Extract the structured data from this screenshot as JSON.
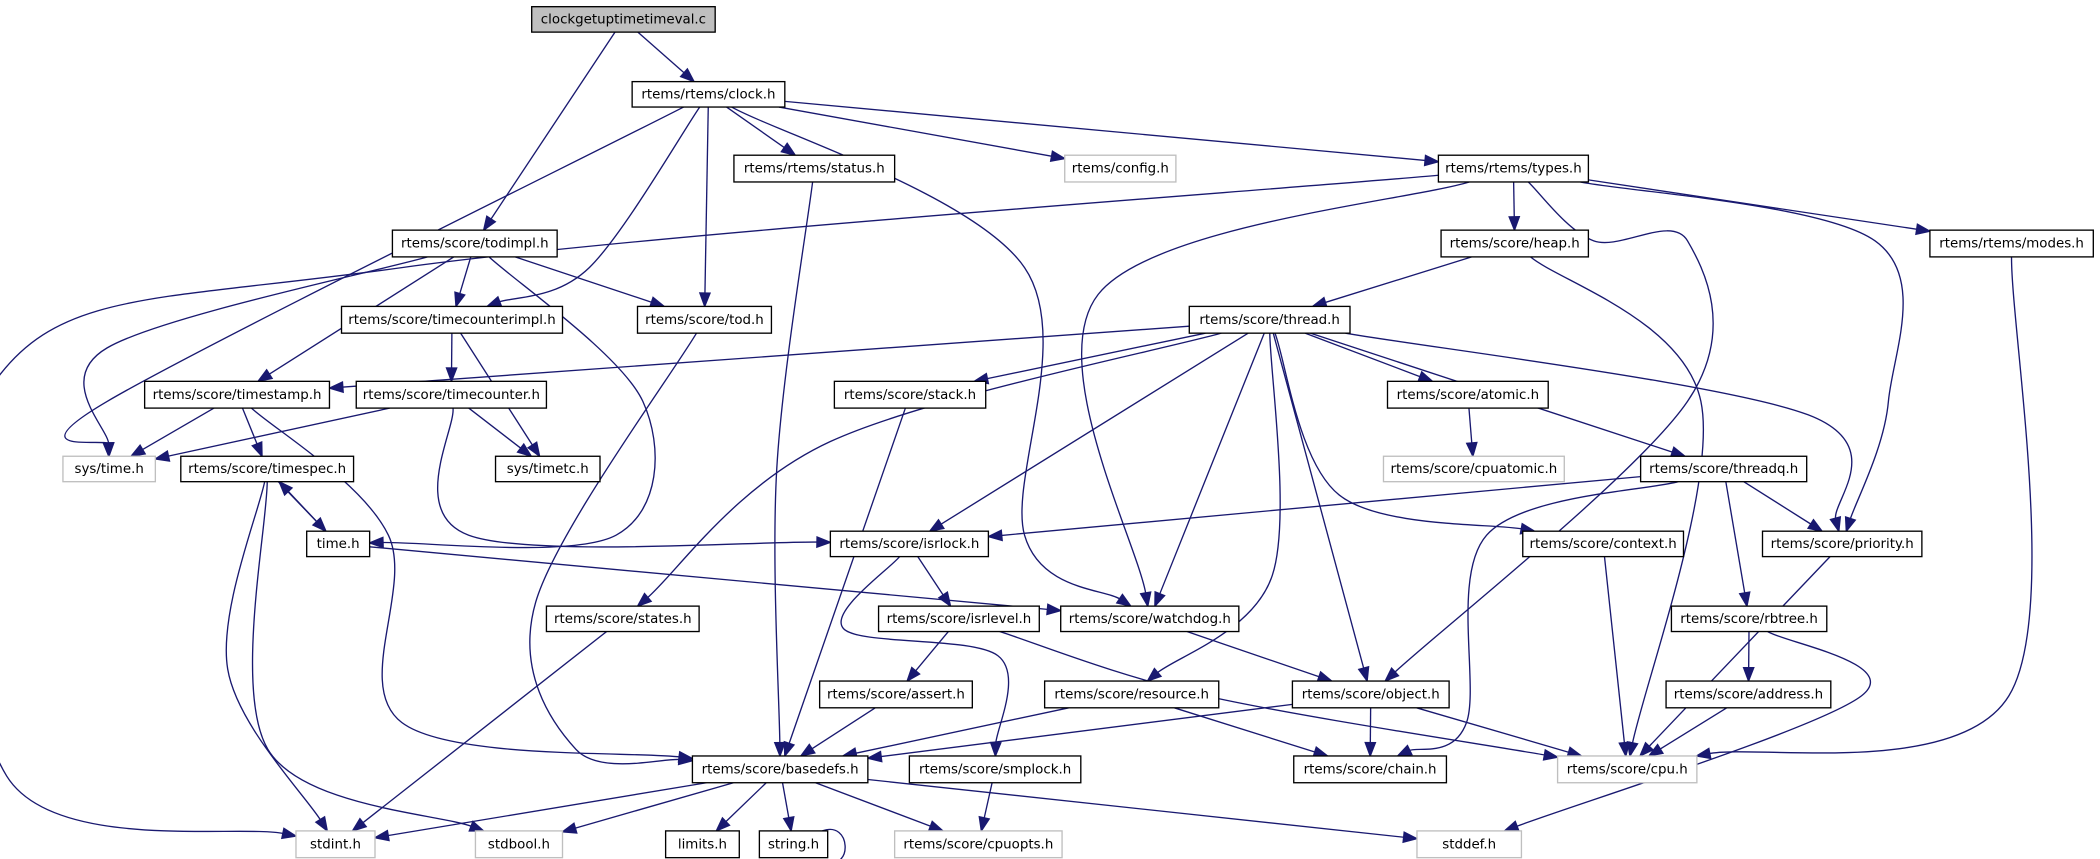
{
  "title": "clockgetuptimetimeval.c include dependency graph",
  "colors": {
    "edge": "#191970",
    "node_border": "#000000",
    "missing_border": "#bfbfbf",
    "root_fill": "#bfbfbf",
    "node_fill": "#ffffff"
  },
  "nodes": [
    {
      "id": "root",
      "label": "clockgetuptimetimeval.c",
      "kind": "root"
    },
    {
      "id": "clock",
      "label": "rtems/rtems/clock.h",
      "kind": "normal"
    },
    {
      "id": "status",
      "label": "rtems/rtems/status.h",
      "kind": "normal"
    },
    {
      "id": "config",
      "label": "rtems/config.h",
      "kind": "missing"
    },
    {
      "id": "types",
      "label": "rtems/rtems/types.h",
      "kind": "normal"
    },
    {
      "id": "todimpl",
      "label": "rtems/score/todimpl.h",
      "kind": "normal"
    },
    {
      "id": "heap",
      "label": "rtems/score/heap.h",
      "kind": "normal"
    },
    {
      "id": "modes",
      "label": "rtems/rtems/modes.h",
      "kind": "normal"
    },
    {
      "id": "timecounterimpl",
      "label": "rtems/score/timecounterimpl.h",
      "kind": "normal"
    },
    {
      "id": "tod",
      "label": "rtems/score/tod.h",
      "kind": "normal"
    },
    {
      "id": "thread",
      "label": "rtems/score/thread.h",
      "kind": "normal"
    },
    {
      "id": "timestamp",
      "label": "rtems/score/timestamp.h",
      "kind": "normal"
    },
    {
      "id": "timecounter",
      "label": "rtems/score/timecounter.h",
      "kind": "normal"
    },
    {
      "id": "stack",
      "label": "rtems/score/stack.h",
      "kind": "normal"
    },
    {
      "id": "atomic",
      "label": "rtems/score/atomic.h",
      "kind": "normal"
    },
    {
      "id": "systime",
      "label": "sys/time.h",
      "kind": "missing"
    },
    {
      "id": "timespec",
      "label": "rtems/score/timespec.h",
      "kind": "normal"
    },
    {
      "id": "systimetc",
      "label": "sys/timetc.h",
      "kind": "normal"
    },
    {
      "id": "cpuatomic",
      "label": "rtems/score/cpuatomic.h",
      "kind": "missing"
    },
    {
      "id": "threadq",
      "label": "rtems/score/threadq.h",
      "kind": "normal"
    },
    {
      "id": "timeh",
      "label": "time.h",
      "kind": "normal"
    },
    {
      "id": "isrlock",
      "label": "rtems/score/isrlock.h",
      "kind": "normal"
    },
    {
      "id": "context",
      "label": "rtems/score/context.h",
      "kind": "normal"
    },
    {
      "id": "priority",
      "label": "rtems/score/priority.h",
      "kind": "normal"
    },
    {
      "id": "states",
      "label": "rtems/score/states.h",
      "kind": "normal"
    },
    {
      "id": "isrlevel",
      "label": "rtems/score/isrlevel.h",
      "kind": "normal"
    },
    {
      "id": "watchdog",
      "label": "rtems/score/watchdog.h",
      "kind": "normal"
    },
    {
      "id": "rbtree",
      "label": "rtems/score/rbtree.h",
      "kind": "normal"
    },
    {
      "id": "assert",
      "label": "rtems/score/assert.h",
      "kind": "normal"
    },
    {
      "id": "resource",
      "label": "rtems/score/resource.h",
      "kind": "normal"
    },
    {
      "id": "object",
      "label": "rtems/score/object.h",
      "kind": "normal"
    },
    {
      "id": "address",
      "label": "rtems/score/address.h",
      "kind": "normal"
    },
    {
      "id": "basedefs",
      "label": "rtems/score/basedefs.h",
      "kind": "normal"
    },
    {
      "id": "smplock",
      "label": "rtems/score/smplock.h",
      "kind": "normal"
    },
    {
      "id": "chain",
      "label": "rtems/score/chain.h",
      "kind": "normal"
    },
    {
      "id": "cpu",
      "label": "rtems/score/cpu.h",
      "kind": "missing"
    },
    {
      "id": "stdint",
      "label": "stdint.h",
      "kind": "missing"
    },
    {
      "id": "stdbool",
      "label": "stdbool.h",
      "kind": "missing"
    },
    {
      "id": "limits",
      "label": "limits.h",
      "kind": "normal"
    },
    {
      "id": "string",
      "label": "string.h",
      "kind": "normal"
    },
    {
      "id": "cpuopts",
      "label": "rtems/score/cpuopts.h",
      "kind": "missing"
    },
    {
      "id": "stddef",
      "label": "stddef.h",
      "kind": "missing"
    }
  ],
  "edges": [
    [
      "root",
      "clock"
    ],
    [
      "root",
      "todimpl"
    ],
    [
      "clock",
      "status"
    ],
    [
      "clock",
      "config"
    ],
    [
      "clock",
      "types"
    ],
    [
      "clock",
      "systime"
    ],
    [
      "clock",
      "timecounterimpl"
    ],
    [
      "clock",
      "tod"
    ],
    [
      "clock",
      "watchdog"
    ],
    [
      "status",
      "basedefs"
    ],
    [
      "types",
      "heap"
    ],
    [
      "types",
      "modes"
    ],
    [
      "types",
      "stdint"
    ],
    [
      "types",
      "watchdog"
    ],
    [
      "types",
      "object"
    ],
    [
      "types",
      "priority"
    ],
    [
      "todimpl",
      "timecounterimpl"
    ],
    [
      "todimpl",
      "tod"
    ],
    [
      "todimpl",
      "systime"
    ],
    [
      "todimpl",
      "timestamp"
    ],
    [
      "todimpl",
      "timeh"
    ],
    [
      "heap",
      "thread"
    ],
    [
      "heap",
      "cpu"
    ],
    [
      "modes",
      "cpu"
    ],
    [
      "timecounterimpl",
      "timecounter"
    ],
    [
      "timecounterimpl",
      "systimetc"
    ],
    [
      "tod",
      "basedefs"
    ],
    [
      "thread",
      "timestamp"
    ],
    [
      "thread",
      "stack"
    ],
    [
      "thread",
      "atomic"
    ],
    [
      "thread",
      "states"
    ],
    [
      "thread",
      "isrlock"
    ],
    [
      "thread",
      "watchdog"
    ],
    [
      "thread",
      "resource"
    ],
    [
      "thread",
      "object"
    ],
    [
      "thread",
      "context"
    ],
    [
      "thread",
      "threadq"
    ],
    [
      "thread",
      "priority"
    ],
    [
      "timestamp",
      "systime"
    ],
    [
      "timestamp",
      "timespec"
    ],
    [
      "timestamp",
      "basedefs"
    ],
    [
      "timecounter",
      "systime"
    ],
    [
      "timecounter",
      "systimetc"
    ],
    [
      "timecounter",
      "isrlock"
    ],
    [
      "stack",
      "basedefs"
    ],
    [
      "atomic",
      "cpuatomic"
    ],
    [
      "timespec",
      "timeh"
    ],
    [
      "timespec",
      "stdint"
    ],
    [
      "timespec",
      "stdbool"
    ],
    [
      "timeh",
      "timespec"
    ],
    [
      "timeh",
      "watchdog"
    ],
    [
      "threadq",
      "isrlock"
    ],
    [
      "threadq",
      "priority"
    ],
    [
      "threadq",
      "rbtree"
    ],
    [
      "threadq",
      "chain"
    ],
    [
      "isrlock",
      "isrlevel"
    ],
    [
      "isrlock",
      "smplock"
    ],
    [
      "context",
      "cpu"
    ],
    [
      "priority",
      "cpu"
    ],
    [
      "states",
      "stdint"
    ],
    [
      "isrlevel",
      "assert"
    ],
    [
      "isrlevel",
      "cpu"
    ],
    [
      "watchdog",
      "object"
    ],
    [
      "rbtree",
      "address"
    ],
    [
      "rbtree",
      "stddef"
    ],
    [
      "assert",
      "basedefs"
    ],
    [
      "resource",
      "basedefs"
    ],
    [
      "resource",
      "chain"
    ],
    [
      "object",
      "basedefs"
    ],
    [
      "object",
      "chain"
    ],
    [
      "object",
      "cpu"
    ],
    [
      "address",
      "cpu"
    ],
    [
      "basedefs",
      "stdint"
    ],
    [
      "basedefs",
      "stdbool"
    ],
    [
      "basedefs",
      "limits"
    ],
    [
      "basedefs",
      "string"
    ],
    [
      "basedefs",
      "cpuopts"
    ],
    [
      "basedefs",
      "stddef"
    ],
    [
      "smplock",
      "cpuopts"
    ],
    [
      "string",
      "string"
    ]
  ]
}
